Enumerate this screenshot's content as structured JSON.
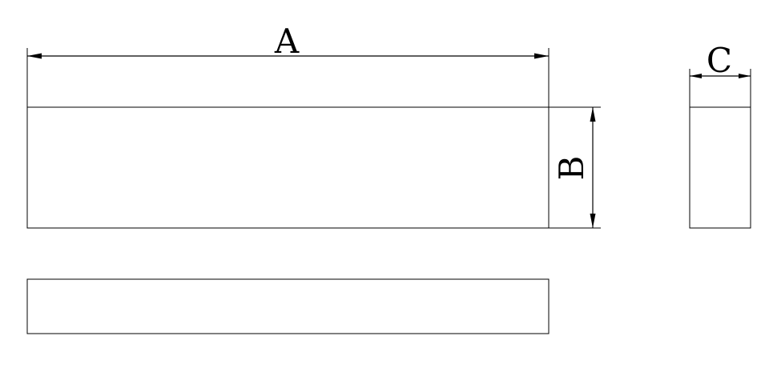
{
  "labels": {
    "length": "A",
    "height": "B",
    "thickness": "C"
  },
  "colors": {
    "line": "#000000",
    "background": "#ffffff"
  }
}
